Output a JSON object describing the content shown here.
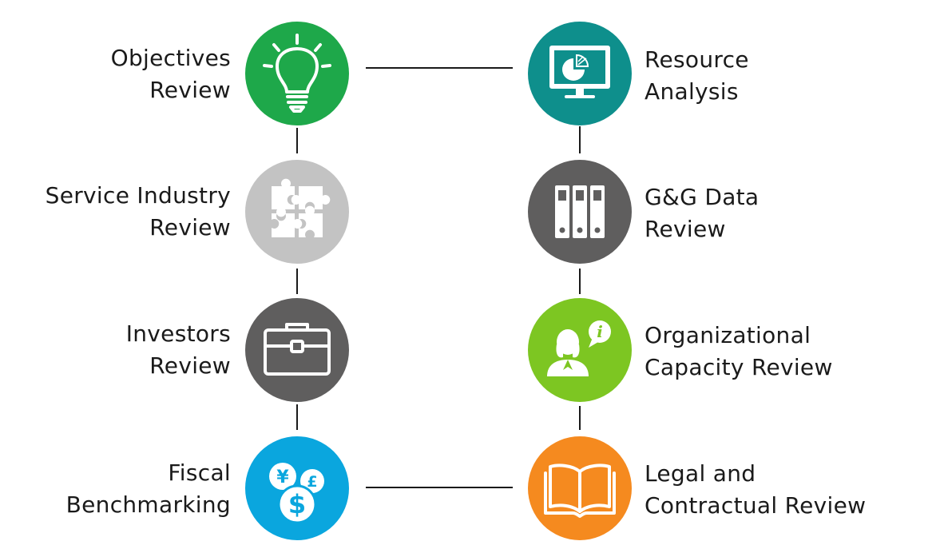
{
  "steps": [
    {
      "id": "objectives",
      "lines": [
        "Objectives",
        "Review"
      ],
      "color": "#1ea84a",
      "icon": "lightbulb-icon"
    },
    {
      "id": "service",
      "lines": [
        "Service Industry",
        "Review"
      ],
      "color": "#c3c3c3",
      "icon": "puzzle-icon"
    },
    {
      "id": "investors",
      "lines": [
        "Investors",
        "Review"
      ],
      "color": "#5f5e5e",
      "icon": "briefcase-icon"
    },
    {
      "id": "fiscal",
      "lines": [
        "Fiscal",
        "Benchmarking"
      ],
      "color": "#0aa6de",
      "icon": "currency-coins-icon"
    },
    {
      "id": "resource",
      "lines": [
        "Resource",
        "Analysis"
      ],
      "color": "#0e8f8c",
      "icon": "monitor-chart-icon"
    },
    {
      "id": "gg",
      "lines": [
        "G&G Data",
        "Review"
      ],
      "color": "#5f5e5e",
      "icon": "binders-icon"
    },
    {
      "id": "org",
      "lines": [
        "Organizational",
        "Capacity Review"
      ],
      "color": "#7dc622",
      "icon": "person-info-icon"
    },
    {
      "id": "legal",
      "lines": [
        "Legal and",
        "Contractual Review"
      ],
      "color": "#f58a1f",
      "icon": "open-book-icon"
    }
  ]
}
